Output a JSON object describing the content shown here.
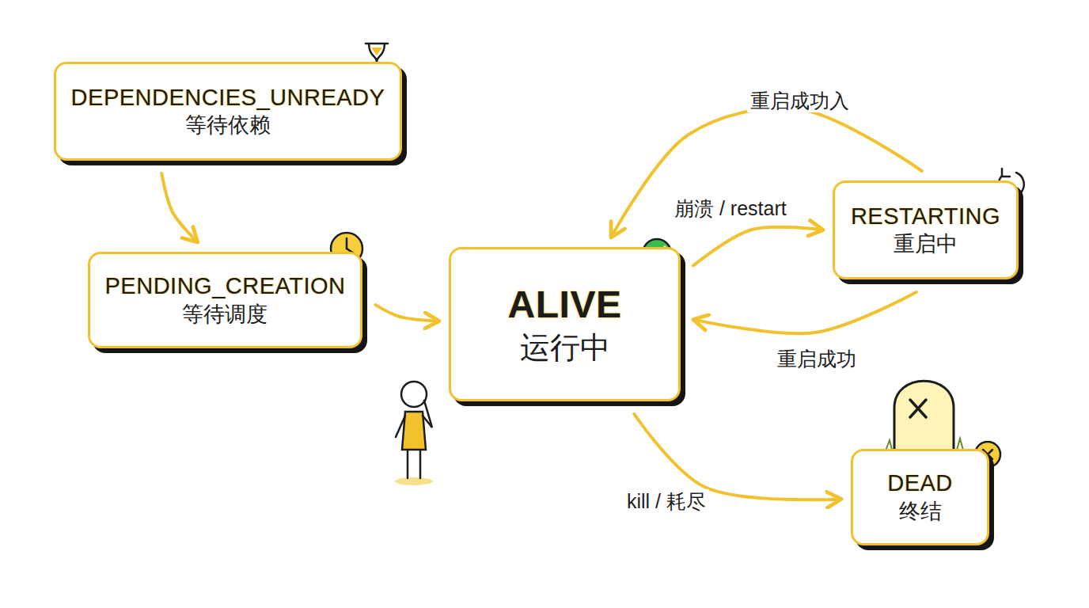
{
  "diagram": {
    "nodes": [
      {
        "text": [
          "DEPENDENCIES_UNREADY",
          "等待依赖"
        ]
      },
      {
        "text": [
          "PENDING_CREATION",
          "等待调度"
        ]
      },
      {
        "text": [
          "ALIVE",
          "运行中"
        ]
      },
      {
        "text": [
          "RESTARTING",
          "重启中"
        ]
      },
      {
        "text": [
          "DEAD",
          "终结"
        ]
      }
    ],
    "edges": [
      {
        "from": 0,
        "to": 1,
        "arrow": "to"
      },
      {
        "from": 1,
        "to": 2,
        "arrow": "to"
      },
      {
        "from": 2,
        "to": 3,
        "label": "崩溃 / restart",
        "arrow": "to"
      },
      {
        "from": 3,
        "to": 2,
        "label": "重启成功入",
        "arrow": "to"
      },
      {
        "from": 3,
        "to": 2,
        "label": "重启成功",
        "arrow": "to"
      },
      {
        "from": 2,
        "to": 4,
        "label": "kill / 耗尽",
        "arrow": "to"
      }
    ]
  }
}
